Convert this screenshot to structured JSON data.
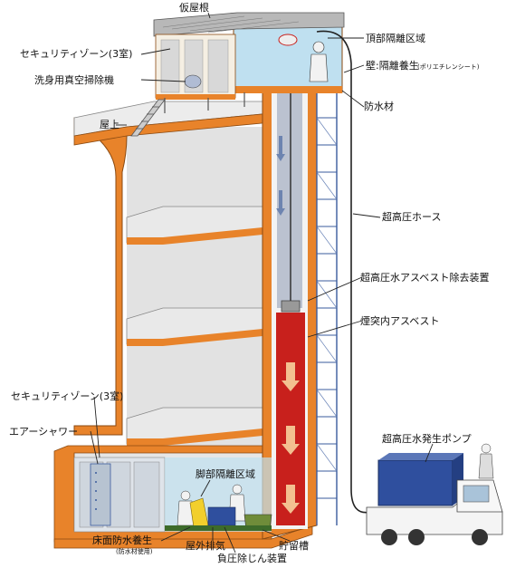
{
  "labels": {
    "temporary_roof": "仮屋根",
    "security_zone_top": "セキュリティゾーン(3室)",
    "vacuum_cleaner": "洗身用真空掃除機",
    "rooftop": "屋上",
    "top_isolation_area": "頂部隔離区域",
    "wall_curing": "壁:隔離養生",
    "wall_curing_note": "(ポリエチレンシート)",
    "waterproof_material": "防水材",
    "ultra_high_pressure_hose": "超高圧ホース",
    "asbestos_removal_device": "超高圧水アスベスト除去装置",
    "chimney_asbestos": "煙突内アスベスト",
    "security_zone_bottom": "セキュリティゾーン(3室)",
    "air_shower": "エアーシャワー",
    "base_isolation_area": "脚部隔離区域",
    "pump": "超高圧水発生ポンプ",
    "floor_curing": "床面防水養生",
    "floor_curing_note": "(防水材使用)",
    "outdoor_exhaust": "屋外排気",
    "negative_pressure_dust_collector": "負圧除じん装置",
    "storage_tank": "貯留槽"
  },
  "colors": {
    "concrete_orange": "#e8832a",
    "interior_gray": "#e4e4e4",
    "chimney_red": "#c8201c",
    "scaffold_blue": "#3a5b9c",
    "truck_box_blue": "#2f4f9e",
    "isolation_blue": "#bfe0f0",
    "flow_arrow": "#f3c090"
  }
}
